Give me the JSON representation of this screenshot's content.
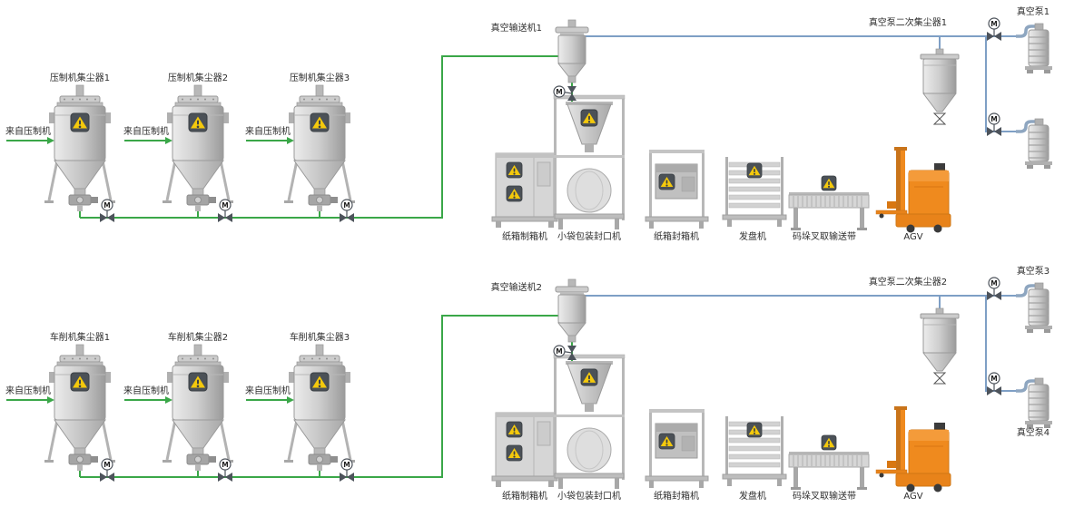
{
  "diagram": {
    "type": "process-flow-hmi",
    "background": "#ffffff"
  },
  "colors": {
    "pipe_green": "#3aa748",
    "pipe_blue": "#7e9fc5",
    "agv_orange": "#ef8a1e",
    "warning_yellow": "#f4c90c",
    "badge_dark": "#4b5157",
    "equipment_gray": "#cdcdcd"
  },
  "icons": {
    "warning_badge": "alert-triangle",
    "motor_valve": "motor-valve"
  },
  "labels": {
    "motor": "M"
  },
  "rows": [
    {
      "collectors": [
        {
          "label": "压制机集尘器1",
          "source": "来自压制机"
        },
        {
          "label": "压制机集尘器2",
          "source": "来自压制机"
        },
        {
          "label": "压制机集尘器3",
          "source": "来自压制机"
        }
      ],
      "conveyor_label": "真空输送机1",
      "secondary_collector_label": "真空泵二次集尘器1",
      "pump_labels": [
        "真空泵1"
      ],
      "equipment": [
        "纸箱制箱机",
        "小袋包装封口机",
        "纸箱封箱机",
        "发盘机",
        "码垛叉取输送带",
        "AGV"
      ]
    },
    {
      "collectors": [
        {
          "label": "车削机集尘器1",
          "source": "来自压制机"
        },
        {
          "label": "车削机集尘器2",
          "source": "来自压制机"
        },
        {
          "label": "车削机集尘器3",
          "source": "来自压制机"
        }
      ],
      "conveyor_label": "真空输送机2",
      "secondary_collector_label": "真空泵二次集尘器2",
      "pump_labels": [
        "真空泵3",
        "真空泵4"
      ],
      "equipment": [
        "纸箱制箱机",
        "小袋包装封口机",
        "纸箱封箱机",
        "发盘机",
        "码垛叉取输送带",
        "AGV"
      ]
    }
  ]
}
